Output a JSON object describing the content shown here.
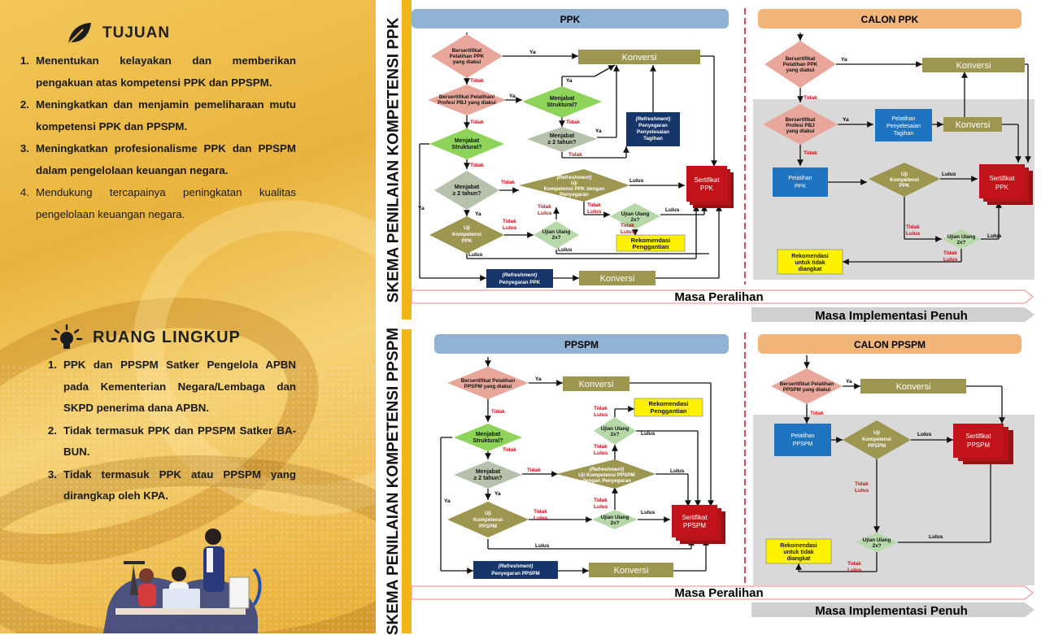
{
  "left": {
    "tujuan_title": "TUJUAN",
    "tujuan_items": [
      {
        "num": "1.",
        "text": "Menentukan kelayakan dan memberikan pengakuan atas kompetensi PPK dan PPSPM."
      },
      {
        "num": "2.",
        "text": "Meningkatkan dan menjamin pemeliharaan mutu kompetensi PPK dan PPSPM."
      },
      {
        "num": "3.",
        "text": "Meningkatkan profesionalisme PPK dan PPSPM dalam pengelolaan keuangan negara."
      },
      {
        "num": "4.",
        "text": "Mendukung tercapainya peningkatan kualitas pengelolaan keuangan negara."
      }
    ],
    "ruang_title": "RUANG LINGKUP",
    "ruang_items": [
      {
        "num": "1.",
        "text": "PPK dan PPSPM Satker Pengelola APBN pada Kementerian Negara/Lembaga dan SKPD penerima dana APBN."
      },
      {
        "num": "2.",
        "text": "Tidak termasuk PPK dan PPSPM Satker BA-BUN."
      },
      {
        "num": "3.",
        "text": "Tidak termasuk PPK atau PPSPM yang dirangkap oleh KPA."
      }
    ]
  },
  "ppk": {
    "vertical_title": "SKEMA PENILAIAN KOMPETENSI PPK",
    "header_left": "PPK",
    "header_right": "CALON PPK",
    "d1": [
      "Bersertifikat",
      "Pelatihan PPK",
      "yang diakui"
    ],
    "d2": [
      "Bersertifikat Pelatihan/",
      "Profesi PBJ yang diakui"
    ],
    "d3": [
      "Menjabat",
      "Struktural?"
    ],
    "d4": [
      "Menjabat",
      "Struktural?"
    ],
    "d5": [
      "Menjabat",
      "≥ 2 tahun?"
    ],
    "d6": [
      "Menjabat",
      "≥ 2 tahun?"
    ],
    "d7": [
      "(Refreshment)",
      "Uji",
      "Kompetensi PPK dengan",
      "Penyegaran"
    ],
    "d8": [
      "Uji",
      "Kompetensi",
      "PPK"
    ],
    "d9": [
      "Ujian Ulang",
      "2x?"
    ],
    "d10": [
      "Ujian Ulang",
      "2x?"
    ],
    "konversi": "Konversi",
    "refresh_box": [
      "(Refreshment)",
      "Penyegaran",
      "Penyelesaian",
      "Tagihan"
    ],
    "refresh_bottom": [
      "(Refreshment)",
      "Penyegaran PPK"
    ],
    "sertifikat": [
      "Sertifikat",
      "PPK"
    ],
    "rekomendasi": [
      "Rekomendasi",
      "Penggantian"
    ],
    "c_d1": [
      "Bersertifikat",
      "Pelatihan PPK",
      "yang diakui"
    ],
    "c_d2": [
      "Bersertifikat",
      "Profesi PBJ",
      "yang diakui"
    ],
    "c_pel_tagihan": [
      "Pelatihan",
      "Penyelesaian",
      "Tagihan"
    ],
    "c_pel_ppk": [
      "Pelatihan",
      "PPK"
    ],
    "c_uji": [
      "Uji",
      "Kompetensi",
      "PPK"
    ],
    "c_ujian_ulang": [
      "Ujian Ulang",
      "2x?"
    ],
    "c_rekomendasi": [
      "Rekomendasi",
      "untuk tidak",
      "diangkat"
    ],
    "ya": "Ya",
    "tidak": "Tidak",
    "lulus": "Lulus",
    "tidak_lulus": [
      "Tidak",
      "Lulus"
    ],
    "masa_peralihan": "Masa Peralihan",
    "masa_implementasi": "Masa Implementasi Penuh"
  },
  "ppspm": {
    "vertical_title": "SKEMA PENILAIAN KOMPETENSI PPSPM",
    "header_left": "PPSPM",
    "header_right": "CALON PPSPM",
    "d1": [
      "Bersertifikat Pelatihan",
      "PPSPM yang diakui"
    ],
    "d2": [
      "Menjabat",
      "Struktural?"
    ],
    "d3": [
      "Menjabat",
      "≥ 2 tahun?"
    ],
    "d4": [
      "(Refreshment)",
      "Uji Kompetensi PPSPM",
      "dengan Penyegaran"
    ],
    "d5": [
      "Uji",
      "Kompetensi",
      "PPSPM"
    ],
    "d6": [
      "Ujian Ulang",
      "2x?"
    ],
    "d7": [
      "Ujian Ulang",
      "2x?"
    ],
    "konversi": "Konversi",
    "refresh_bottom": [
      "(Refreshment)",
      "Penyegaran PPSPM"
    ],
    "sertifikat": [
      "Sertifikat",
      "PPSPM"
    ],
    "rekomendasi": [
      "Rekomendasi",
      "Penggantian"
    ],
    "c_d1": [
      "Bersertifikat Pelatihan",
      "PPSPM yang diakui"
    ],
    "c_pel": [
      "Pelatihan",
      "PPSPM"
    ],
    "c_uji": [
      "Uji",
      "Kompetensi",
      "PPSPM"
    ],
    "c_ujian_ulang": [
      "Ujian Ulang",
      "2x?"
    ],
    "c_rekomendasi": [
      "Rekomendasi",
      "untuk tidak",
      "diangkat"
    ],
    "ya": "Ya",
    "tidak": "Tidak",
    "lulus": "Lulus",
    "tidak_lulus": [
      "Tidak",
      "Lulus"
    ],
    "masa_peralihan": "Masa Peralihan",
    "masa_implementasi": "Masa Implementasi Penuh"
  },
  "colors": {
    "pink": "#e8a79a",
    "green": "#8ed35a",
    "gray": "#b7c2ad",
    "olive": "#9c9650",
    "navy": "#15356b",
    "blue": "#1f74c2",
    "red": "#c3131a",
    "yellow": "#fff200",
    "header_blue": "#8fb2d5",
    "header_orange": "#f1b479"
  }
}
